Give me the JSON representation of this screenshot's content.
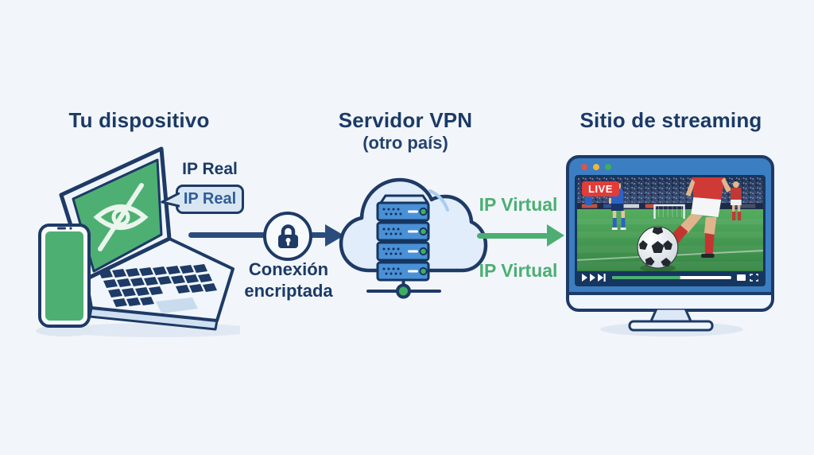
{
  "colors": {
    "background": "#f2f6fa",
    "navy_text": "#1b3a66",
    "navy_arrow": "#2b4d7e",
    "green_accent": "#4cae73",
    "screen_green": "#4db072",
    "bubble_fill": "#d8e6f4",
    "bubble_text": "#2f5d95",
    "server_blue": "#4a90d6",
    "cloud_fill": "#e2edfb",
    "monitor_blue": "#3b7ec2",
    "live_red": "#e23c39",
    "traffic_red": "#e0524a",
    "traffic_yellow": "#ecb73b",
    "traffic_green": "#3fae62"
  },
  "device": {
    "title": "Tu dispositivo",
    "ip_label": "IP Real",
    "ip_bubble": "IP Real"
  },
  "connection": {
    "line1": "Conexión",
    "line2": "encriptada"
  },
  "vpn": {
    "title": "Servidor VPN",
    "subtitle": "(otro país)"
  },
  "virtual_ip": {
    "top": "IP Virtual",
    "bottom": "IP Virtual"
  },
  "streaming": {
    "title": "Sitio de streaming",
    "live_badge": "LIVE",
    "progress_percent": 57
  }
}
